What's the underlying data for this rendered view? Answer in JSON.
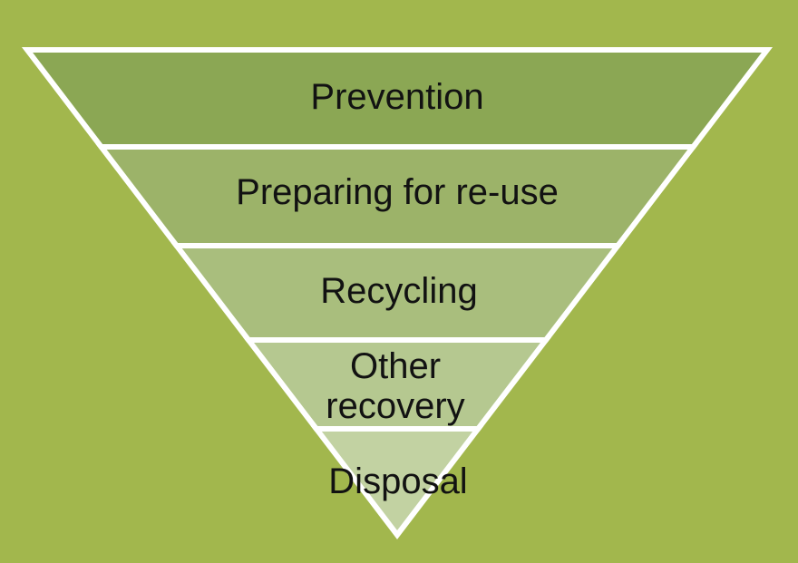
{
  "colors": {
    "background": "#A2B74D",
    "outline": "#FFFFFF",
    "text": "#121212"
  },
  "pyramid": {
    "type": "inverted-pyramid",
    "levels": [
      {
        "label": "Prevention",
        "fill": "#8BA754"
      },
      {
        "label": "Preparing for re-use",
        "fill": "#9CB369"
      },
      {
        "label": "Recycling",
        "fill": "#A9BE7D"
      },
      {
        "label": "Other recovery",
        "fill": "#B5C890"
      },
      {
        "label": "Disposal",
        "fill": "#C2D2A2"
      }
    ]
  }
}
